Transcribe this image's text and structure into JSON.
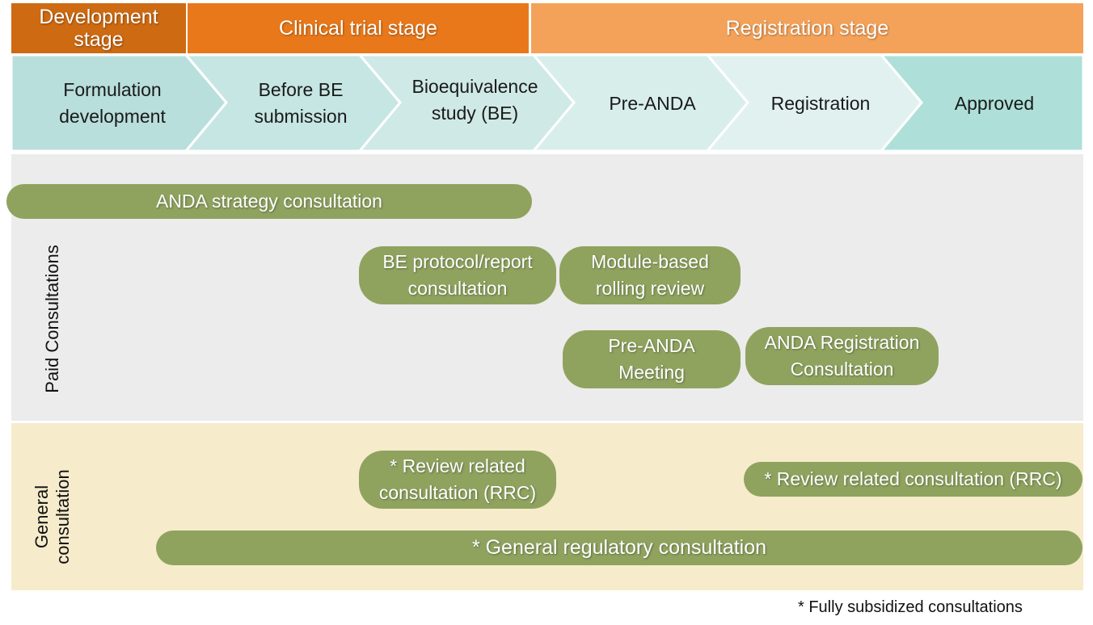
{
  "stages": [
    {
      "label": "Development stage",
      "color": "#cd6a12"
    },
    {
      "label": "Clinical trial stage",
      "color": "#e8781a"
    },
    {
      "label": "Registration stage",
      "color": "#f4a259"
    }
  ],
  "steps": [
    {
      "label": "Formulation development",
      "color": "#b9dfdc"
    },
    {
      "label": "Before BE submission",
      "color": "#c6e6e3"
    },
    {
      "label": "Bioequivalence study (BE)",
      "color": "#cfe9e6"
    },
    {
      "label": "Pre-ANDA",
      "color": "#d8eeeb"
    },
    {
      "label": "Registration",
      "color": "#e1f1ef"
    },
    {
      "label": "Approved",
      "color": "#aee0d9"
    }
  ],
  "bands": {
    "paid": {
      "label": "Paid Consultations",
      "color": "#ececec"
    },
    "general": {
      "label": "General consultation",
      "color": "#f6ebcb"
    }
  },
  "consultations": {
    "anda_strategy": "ANDA strategy consultation",
    "be_protocol": "BE protocol/report consultation",
    "module_review": "Module-based rolling review",
    "pre_anda_meeting": "Pre-ANDA Meeting",
    "anda_registration": "ANDA Registration Consultation",
    "rrc_1": "* Review related consultation (RRC)",
    "rrc_2": "* Review related consultation (RRC)",
    "general_regulatory": "* General regulatory consultation"
  },
  "pill_color": "#8fa35f",
  "footnote": "* Fully subsidized consultations"
}
